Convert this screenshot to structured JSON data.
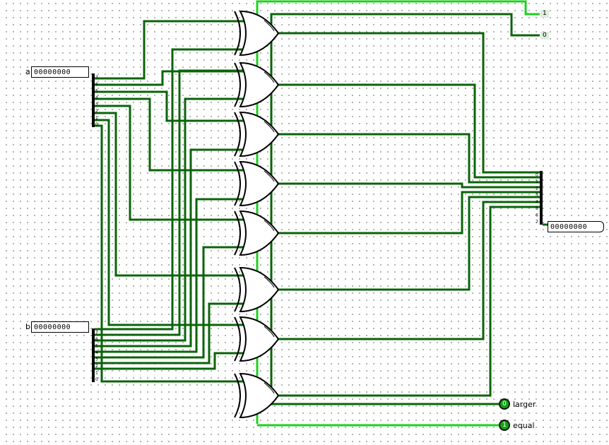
{
  "inputs": {
    "a": {
      "label": "a",
      "value": "00000000"
    },
    "b": {
      "label": "b",
      "value": "00000000"
    }
  },
  "output": {
    "value": "00000000"
  },
  "constants": {
    "top": "1",
    "second": "0"
  },
  "leds": {
    "larger": {
      "label": "larger",
      "value": "0"
    },
    "equal": {
      "label": "equal",
      "value": "1"
    }
  },
  "splitter_bits": {
    "a": [
      "7",
      "6",
      "5",
      "4",
      "3",
      "2",
      "1",
      "0"
    ],
    "b": [
      "7",
      "6",
      "5",
      "4",
      "3",
      "2",
      "1",
      "0"
    ],
    "out": [
      "0",
      "1",
      "2",
      "3",
      "4",
      "5",
      "6",
      "7"
    ]
  },
  "colors": {
    "wire_off": "#0a640a",
    "wire_on": "#1ed01e",
    "led_on": "#12a212"
  },
  "gates": {
    "count": 8,
    "type": "xor"
  }
}
